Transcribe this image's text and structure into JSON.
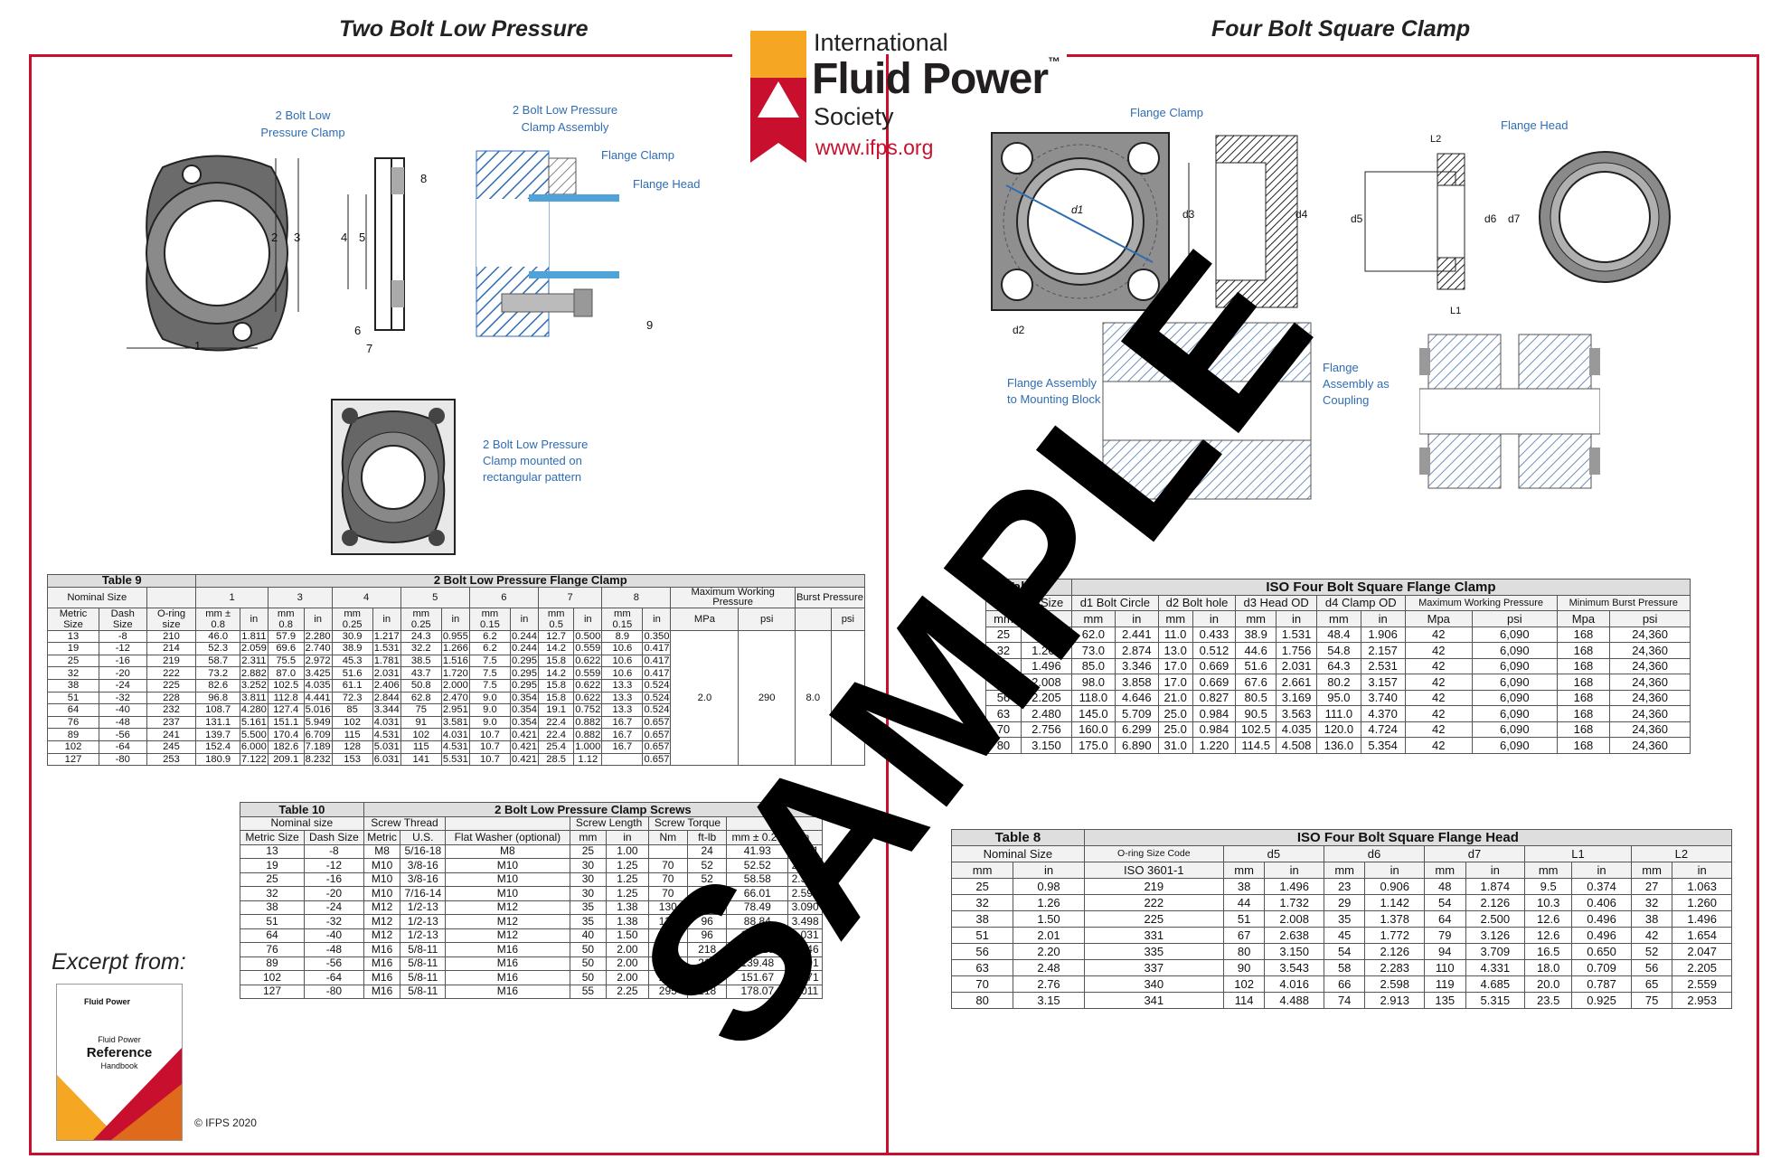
{
  "headers": {
    "left_title": "Two Bolt Low Pressure",
    "right_title": "Four Bolt Square Clamp"
  },
  "logo": {
    "line1": "International",
    "line2": "Fluid Power",
    "tm": "™",
    "line3": "Society",
    "url": "www.ifps.org",
    "colors": {
      "orange": "#f5a623",
      "red": "#c8102e",
      "dark": "#231f20"
    }
  },
  "left_labels": {
    "clamp": "2 Bolt Low Pressure Clamp",
    "assembly": "2 Bolt Low Pressure Clamp Assembly",
    "flange_clamp": "Flange Clamp",
    "flange_head": "Flange Head",
    "mounted": "2 Bolt Low Pressure Clamp mounted on rectangular pattern",
    "dims": {
      "d1": "1",
      "d2": "2",
      "d3": "3",
      "d4": "4",
      "d5": "5",
      "d6": "6",
      "d7": "7",
      "d8": "8",
      "d9": "9"
    }
  },
  "right_labels": {
    "flange_clamp": "Flange Clamp",
    "flange_head": "Flange Head",
    "mounting": "Flange Assembly to Mounting Block",
    "coupling": "Flange Assembly as Coupling",
    "dims": {
      "d1": "d1",
      "d2": "d2",
      "d3": "d3",
      "d4": "d4",
      "d5": "d5",
      "d6": "d6",
      "d7": "d7",
      "L1": "L1",
      "L2": "L2"
    }
  },
  "watermark": "SAMPLE",
  "excerpt": {
    "title": "Excerpt from:",
    "book_brand": "Fluid Power",
    "book_line1": "Fluid Power",
    "book_line2": "Reference",
    "book_line3": "Handbook",
    "copyright": "© IFPS 2020"
  },
  "table9": {
    "label": "Table 9",
    "title": "2 Bolt Low Pressure Flange Clamp",
    "h_nominal": "Nominal Size",
    "h_cols": [
      "1",
      "3",
      "4",
      "5",
      "6",
      "7",
      "8"
    ],
    "h_max": "Maximum Working Pressure",
    "h_burst": "Burst Pressure",
    "h2": [
      "Metric Size",
      "Dash Size",
      "O-ring size",
      "mm ± 0.8",
      "in",
      "mm 0.8",
      "in",
      "mm 0.25",
      "in",
      "mm 0.25",
      "in",
      "mm 0.15",
      "in",
      "mm 0.5",
      "in",
      "mm 0.15",
      "in",
      "MPa",
      "psi",
      "",
      "psi"
    ],
    "rows": [
      [
        "13",
        "-8",
        "210",
        "46.0",
        "1.811",
        "57.9",
        "2.280",
        "30.9",
        "1.217",
        "24.3",
        "0.955",
        "6.2",
        "0.244",
        "12.7",
        "0.500",
        "8.9",
        "0.350"
      ],
      [
        "19",
        "-12",
        "214",
        "52.3",
        "2.059",
        "69.6",
        "2.740",
        "38.9",
        "1.531",
        "32.2",
        "1.266",
        "6.2",
        "0.244",
        "14.2",
        "0.559",
        "10.6",
        "0.417"
      ],
      [
        "25",
        "-16",
        "219",
        "58.7",
        "2.311",
        "75.5",
        "2.972",
        "45.3",
        "1.781",
        "38.5",
        "1.516",
        "7.5",
        "0.295",
        "15.8",
        "0.622",
        "10.6",
        "0.417"
      ],
      [
        "32",
        "-20",
        "222",
        "73.2",
        "2.882",
        "87.0",
        "3.425",
        "51.6",
        "2.031",
        "43.7",
        "1.720",
        "7.5",
        "0.295",
        "14.2",
        "0.559",
        "10.6",
        "0.417"
      ],
      [
        "38",
        "-24",
        "225",
        "82.6",
        "3.252",
        "102.5",
        "4.035",
        "61.1",
        "2.406",
        "50.8",
        "2.000",
        "7.5",
        "0.295",
        "15.8",
        "0.622",
        "13.3",
        "0.524"
      ],
      [
        "51",
        "-32",
        "228",
        "96.8",
        "3.811",
        "112.8",
        "4.441",
        "72.3",
        "2.844",
        "62.8",
        "2.470",
        "9.0",
        "0.354",
        "15.8",
        "0.622",
        "13.3",
        "0.524"
      ],
      [
        "64",
        "-40",
        "232",
        "108.7",
        "4.280",
        "127.4",
        "5.016",
        "85",
        "3.344",
        "75",
        "2.951",
        "9.0",
        "0.354",
        "19.1",
        "0.752",
        "13.3",
        "0.524"
      ],
      [
        "76",
        "-48",
        "237",
        "131.1",
        "5.161",
        "151.1",
        "5.949",
        "102",
        "4.031",
        "91",
        "3.581",
        "9.0",
        "0.354",
        "22.4",
        "0.882",
        "16.7",
        "0.657"
      ],
      [
        "89",
        "-56",
        "241",
        "139.7",
        "5.500",
        "170.4",
        "6.709",
        "115",
        "4.531",
        "102",
        "4.031",
        "10.7",
        "0.421",
        "22.4",
        "0.882",
        "16.7",
        "0.657"
      ],
      [
        "102",
        "-64",
        "245",
        "152.4",
        "6.000",
        "182.6",
        "7.189",
        "128",
        "5.031",
        "115",
        "4.531",
        "10.7",
        "0.421",
        "25.4",
        "1.000",
        "16.7",
        "0.657"
      ],
      [
        "127",
        "-80",
        "253",
        "180.9",
        "7.122",
        "209.1",
        "8.232",
        "153",
        "6.031",
        "141",
        "5.531",
        "10.7",
        "0.421",
        "28.5",
        "1.12",
        "",
        "0.657"
      ]
    ],
    "merged": {
      "mpa": "2.0",
      "psi": "290",
      "burst": "8.0",
      "burst_psi": ""
    }
  },
  "table10": {
    "label": "Table 10",
    "title": "2 Bolt Low Pressure Clamp Screws",
    "h1": [
      "Nominal size",
      "Screw Thread",
      "Screw Length",
      "Screw Torque",
      "¢2"
    ],
    "h2": [
      "Metric Size",
      "Dash Size",
      "Metric",
      "U.S.",
      "Flat Washer (optional)",
      "mm",
      "in",
      "Nm",
      "ft-lb",
      "mm ± 0.25",
      "in"
    ],
    "rows": [
      [
        "13",
        "-8",
        "M8",
        "5/16-18",
        "M8",
        "25",
        "1.00",
        "",
        "24",
        "41.93",
        "1.651"
      ],
      [
        "19",
        "-12",
        "M10",
        "3/8-16",
        "M10",
        "30",
        "1.25",
        "70",
        "52",
        "52.52",
        "2.068"
      ],
      [
        "25",
        "-16",
        "M10",
        "3/8-16",
        "M10",
        "30",
        "1.25",
        "70",
        "52",
        "58.58",
        "2.306"
      ],
      [
        "32",
        "-20",
        "M10",
        "7/16-14",
        "M10",
        "30",
        "1.25",
        "70",
        "52",
        "66.01",
        "2.599"
      ],
      [
        "38",
        "-24",
        "M12",
        "1/2-13",
        "M12",
        "35",
        "1.38",
        "130",
        "96",
        "78.49",
        "3.090"
      ],
      [
        "51",
        "-32",
        "M12",
        "1/2-13",
        "M12",
        "35",
        "1.38",
        "130",
        "96",
        "88.84",
        "3.498"
      ],
      [
        "64",
        "-40",
        "M12",
        "1/2-13",
        "M12",
        "40",
        "1.50",
        "130",
        "96",
        "102.39",
        "4.031"
      ],
      [
        "76",
        "-48",
        "M16",
        "5/8-11",
        "M16",
        "50",
        "2.00",
        "295",
        "218",
        "123.10",
        "4.846"
      ],
      [
        "89",
        "-56",
        "M16",
        "5/8-11",
        "M16",
        "50",
        "2.00",
        "295",
        "218",
        "139.48",
        "5.491"
      ],
      [
        "102",
        "-64",
        "M16",
        "5/8-11",
        "M16",
        "50",
        "2.00",
        "295",
        "218",
        "151.67",
        "5.971"
      ],
      [
        "127",
        "-80",
        "M16",
        "5/8-11",
        "M16",
        "55",
        "2.25",
        "295",
        "218",
        "178.07",
        "7.011"
      ]
    ]
  },
  "table7": {
    "label": "Table 7",
    "title": "ISO Four Bolt Square Flange Clamp",
    "h1": [
      "Nominal Size",
      "d1 Bolt Circle",
      "d2 Bolt hole",
      "d3 Head OD",
      "d4 Clamp OD",
      "Maximum Working Pressure",
      "Minimum Burst Pressure"
    ],
    "h2": [
      "mm",
      "in",
      "mm",
      "in",
      "mm",
      "in",
      "mm",
      "in",
      "mm",
      "in",
      "Mpa",
      "psi",
      "Mpa",
      "psi"
    ],
    "rows": [
      [
        "25",
        "0.984",
        "62.0",
        "2.441",
        "11.0",
        "0.433",
        "38.9",
        "1.531",
        "48.4",
        "1.906",
        "42",
        "6,090",
        "168",
        "24,360"
      ],
      [
        "32",
        "1.260",
        "73.0",
        "2.874",
        "13.0",
        "0.512",
        "44.6",
        "1.756",
        "54.8",
        "2.157",
        "42",
        "6,090",
        "168",
        "24,360"
      ],
      [
        "38",
        "1.496",
        "85.0",
        "3.346",
        "17.0",
        "0.669",
        "51.6",
        "2.031",
        "64.3",
        "2.531",
        "42",
        "6,090",
        "168",
        "24,360"
      ],
      [
        "51",
        "2.008",
        "98.0",
        "3.858",
        "17.0",
        "0.669",
        "67.6",
        "2.661",
        "80.2",
        "3.157",
        "42",
        "6,090",
        "168",
        "24,360"
      ],
      [
        "56",
        "2.205",
        "118.0",
        "4.646",
        "21.0",
        "0.827",
        "80.5",
        "3.169",
        "95.0",
        "3.740",
        "42",
        "6,090",
        "168",
        "24,360"
      ],
      [
        "63",
        "2.480",
        "145.0",
        "5.709",
        "25.0",
        "0.984",
        "90.5",
        "3.563",
        "111.0",
        "4.370",
        "42",
        "6,090",
        "168",
        "24,360"
      ],
      [
        "70",
        "2.756",
        "160.0",
        "6.299",
        "25.0",
        "0.984",
        "102.5",
        "4.035",
        "120.0",
        "4.724",
        "42",
        "6,090",
        "168",
        "24,360"
      ],
      [
        "80",
        "3.150",
        "175.0",
        "6.890",
        "31.0",
        "1.220",
        "114.5",
        "4.508",
        "136.0",
        "5.354",
        "42",
        "6,090",
        "168",
        "24,360"
      ]
    ]
  },
  "table8": {
    "label": "Table 8",
    "title": "ISO Four Bolt Square Flange Head",
    "h1": [
      "Nominal Size",
      "O-ring Size Code",
      "d5",
      "d6",
      "d7",
      "L1",
      "L2"
    ],
    "h2": [
      "mm",
      "in",
      "ISO 3601-1",
      "mm",
      "in",
      "mm",
      "in",
      "mm",
      "in",
      "mm",
      "in",
      "mm",
      "in"
    ],
    "rows": [
      [
        "25",
        "0.98",
        "219",
        "38",
        "1.496",
        "23",
        "0.906",
        "48",
        "1.874",
        "9.5",
        "0.374",
        "27",
        "1.063"
      ],
      [
        "32",
        "1.26",
        "222",
        "44",
        "1.732",
        "29",
        "1.142",
        "54",
        "2.126",
        "10.3",
        "0.406",
        "32",
        "1.260"
      ],
      [
        "38",
        "1.50",
        "225",
        "51",
        "2.008",
        "35",
        "1.378",
        "64",
        "2.500",
        "12.6",
        "0.496",
        "38",
        "1.496"
      ],
      [
        "51",
        "2.01",
        "331",
        "67",
        "2.638",
        "45",
        "1.772",
        "79",
        "3.126",
        "12.6",
        "0.496",
        "42",
        "1.654"
      ],
      [
        "56",
        "2.20",
        "335",
        "80",
        "3.150",
        "54",
        "2.126",
        "94",
        "3.709",
        "16.5",
        "0.650",
        "52",
        "2.047"
      ],
      [
        "63",
        "2.48",
        "337",
        "90",
        "3.543",
        "58",
        "2.283",
        "110",
        "4.331",
        "18.0",
        "0.709",
        "56",
        "2.205"
      ],
      [
        "70",
        "2.76",
        "340",
        "102",
        "4.016",
        "66",
        "2.598",
        "119",
        "4.685",
        "20.0",
        "0.787",
        "65",
        "2.559"
      ],
      [
        "80",
        "3.15",
        "341",
        "114",
        "4.488",
        "74",
        "2.913",
        "135",
        "5.315",
        "23.5",
        "0.925",
        "75",
        "2.953"
      ]
    ]
  }
}
